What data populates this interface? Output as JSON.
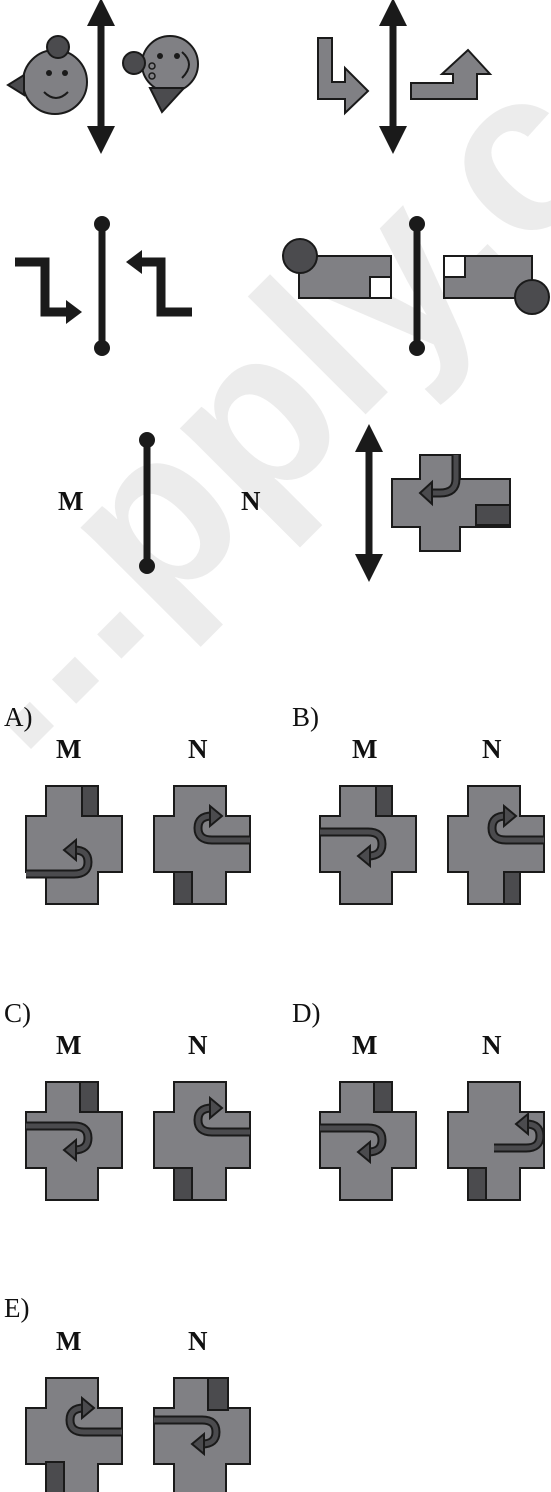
{
  "watermark": "...pply.com",
  "test_pair": {
    "left": "M",
    "right": "N"
  },
  "options": [
    {
      "letter": "A)",
      "left": "M",
      "right": "N"
    },
    {
      "letter": "B)",
      "left": "M",
      "right": "N"
    },
    {
      "letter": "C)",
      "left": "M",
      "right": "N"
    },
    {
      "letter": "D)",
      "left": "M",
      "right": "N"
    },
    {
      "letter": "E)",
      "left": "M",
      "right": "N"
    }
  ],
  "colors": {
    "shape_fill": "#808084",
    "dark_fill": "#4b4b4e",
    "outline": "#1a1a1a",
    "background": "#ffffff"
  }
}
